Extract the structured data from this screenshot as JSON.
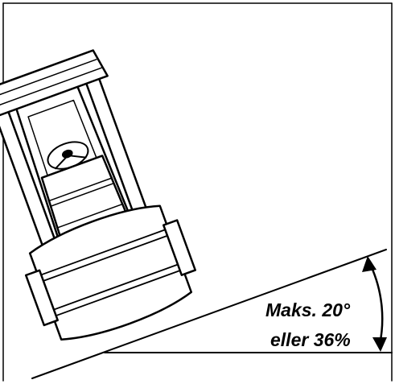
{
  "annotation": {
    "line1": "Maks. 20°",
    "line2": "eller 36%"
  },
  "slope": {
    "max_angle_deg": 20,
    "max_grade_percent": 36
  },
  "colors": {
    "stroke": "#000000",
    "background": "#ffffff"
  }
}
